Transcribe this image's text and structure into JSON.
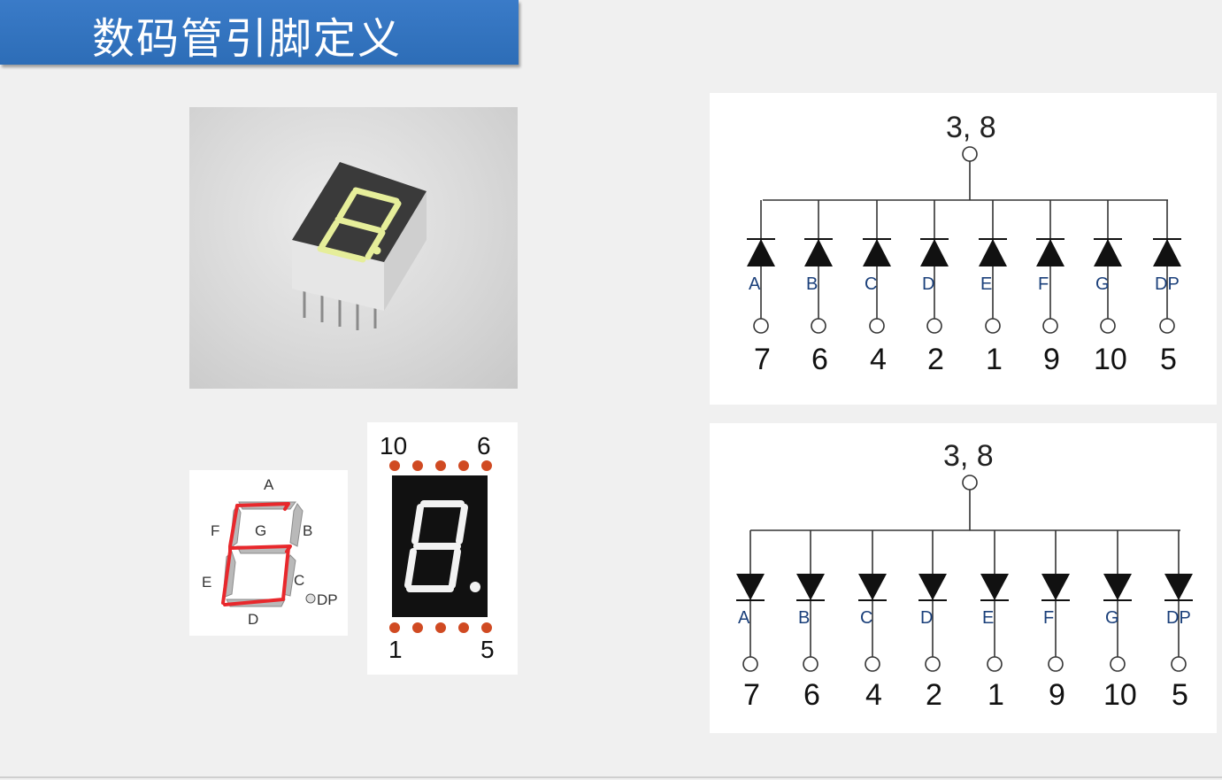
{
  "title": "数码管引脚定义",
  "segment_diagram": {
    "labels": [
      "A",
      "B",
      "C",
      "D",
      "E",
      "F",
      "G",
      "DP"
    ]
  },
  "pinout_diagram": {
    "pins_top_left": "10",
    "pins_top_right": "6",
    "pins_bottom_left": "1",
    "pins_bottom_right": "5"
  },
  "circuit_cathode": {
    "common_pin": "3, 8",
    "segments": [
      "A",
      "B",
      "C",
      "D",
      "E",
      "F",
      "G",
      "DP"
    ],
    "pins": [
      "7",
      "6",
      "4",
      "2",
      "1",
      "9",
      "10",
      "5"
    ]
  },
  "circuit_anode": {
    "common_pin": "3, 8",
    "segments": [
      "A",
      "B",
      "C",
      "D",
      "E",
      "F",
      "G",
      "DP"
    ],
    "pins": [
      "7",
      "6",
      "4",
      "2",
      "1",
      "9",
      "10",
      "5"
    ]
  },
  "colors": {
    "title_bg": "#2d6db7",
    "highlight": "#e8282c",
    "digit_green": "#e6ee9a",
    "pin_dot": "#d04a22"
  }
}
